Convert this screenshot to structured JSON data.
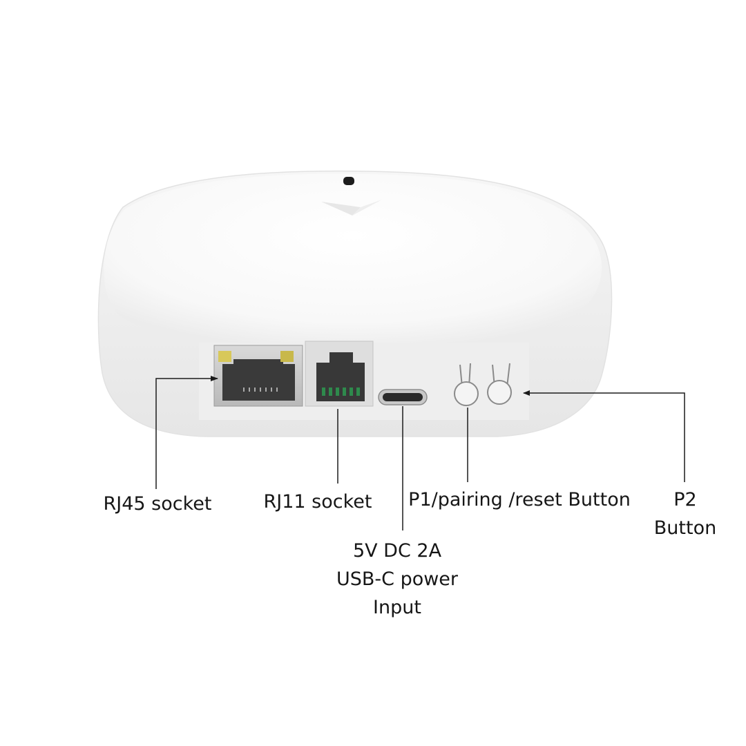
{
  "callouts": {
    "rj45": "RJ45 socket",
    "rj11": "RJ11 socket",
    "usbc_line1": "5V DC 2A",
    "usbc_line2": "USB-C power",
    "usbc_line3": "Input",
    "p1": "P1/pairing /reset Button",
    "p2_line1": "P2",
    "p2_line2": "Button"
  },
  "colors": {
    "background": "#ffffff",
    "device_body": "#f7f7f7",
    "leader_line": "#1a1a1a",
    "text": "#161616",
    "rj45_led_left": "#d8c85a",
    "rj45_led_right": "#c8b84a",
    "rj11_contacts": "#2e8a4c"
  }
}
